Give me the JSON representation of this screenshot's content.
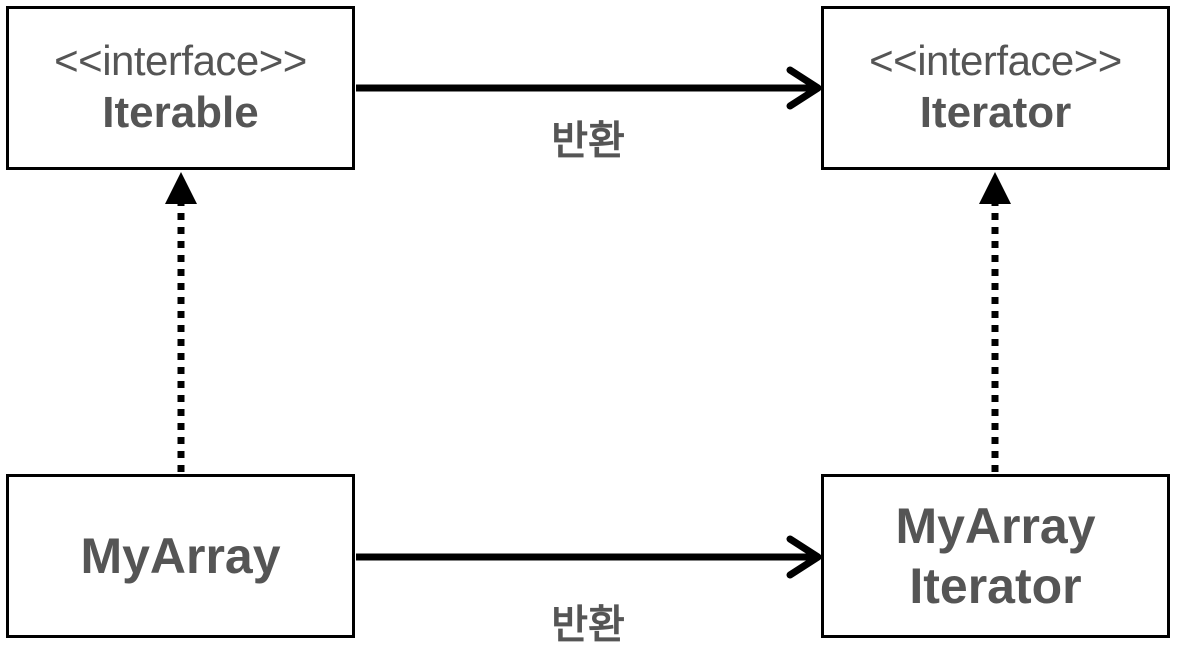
{
  "nodes": {
    "iterable": {
      "stereotype": "<<interface>>",
      "name": "Iterable"
    },
    "iterator": {
      "stereotype": "<<interface>>",
      "name": "Iterator"
    },
    "my_array": {
      "name": "MyArray"
    },
    "my_array_iterator": {
      "name_line1": "MyArray",
      "name_line2": "Iterator"
    }
  },
  "edges": {
    "top_return": {
      "label": "반환"
    },
    "bottom_return": {
      "label": "반환"
    }
  },
  "colors": {
    "line": "#000000",
    "text": "#555555"
  }
}
